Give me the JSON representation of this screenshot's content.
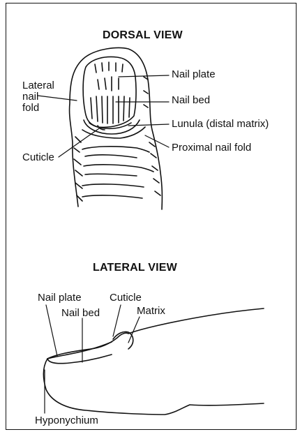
{
  "dorsal": {
    "title": "DORSAL VIEW",
    "labels": {
      "nail_plate": "Nail plate",
      "nail_bed": "Nail bed",
      "lunula": "Lunula (distal matrix)",
      "proximal_nail_fold": "Proximal nail fold",
      "cuticle": "Cuticle",
      "lateral_nail_fold_1": "Lateral",
      "lateral_nail_fold_2": "nail",
      "lateral_nail_fold_3": "fold"
    }
  },
  "lateral": {
    "title": "LATERAL VIEW",
    "labels": {
      "nail_plate": "Nail plate",
      "cuticle": "Cuticle",
      "nail_bed": "Nail bed",
      "matrix": "Matrix",
      "hyponychium": "Hyponychium"
    }
  }
}
